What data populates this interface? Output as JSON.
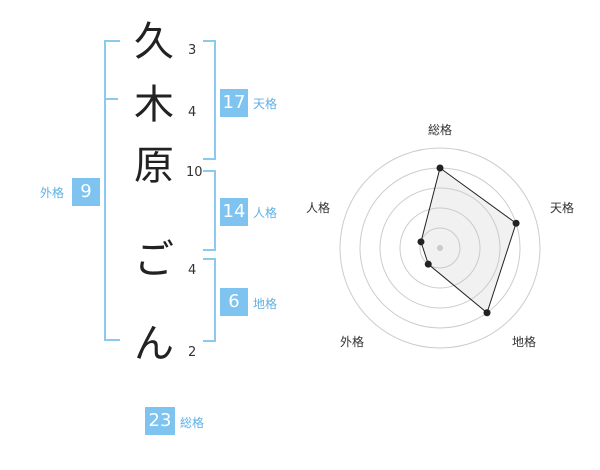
{
  "name": {
    "chars": [
      {
        "char": "久",
        "strokes": "3"
      },
      {
        "char": "木",
        "strokes": "4"
      },
      {
        "char": "原",
        "strokes": "10"
      },
      {
        "char": "ご",
        "strokes": "4"
      },
      {
        "char": "ん",
        "strokes": "2"
      }
    ]
  },
  "kakusu": {
    "tenkaku": {
      "value": "17",
      "label": "天格"
    },
    "jinkaku": {
      "value": "14",
      "label": "人格"
    },
    "chikaku": {
      "value": "6",
      "label": "地格"
    },
    "gaikaku": {
      "value": "9",
      "label": "外格"
    },
    "soukaku": {
      "value": "23",
      "label": "総格"
    }
  },
  "chart_data": {
    "type": "radar",
    "axes": [
      "総格",
      "天格",
      "地格",
      "外格",
      "人格"
    ],
    "values": [
      4,
      4,
      4,
      1,
      1
    ],
    "max": 5,
    "grid": true
  },
  "colors": {
    "accent": "#7fc4f0",
    "accent_text": "#5db0e6",
    "bracket": "#8cc9f0"
  }
}
